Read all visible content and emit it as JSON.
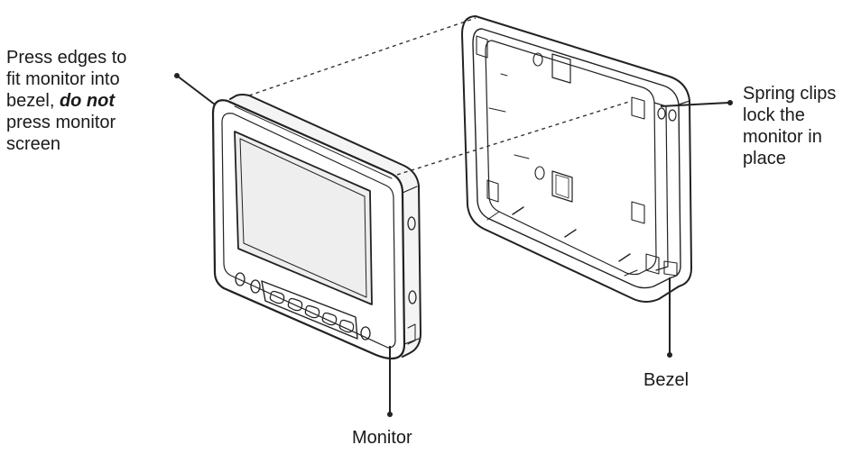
{
  "callouts": {
    "press_edges": {
      "lines": [
        "Press edges to",
        "fit monitor into"
      ],
      "line3_prefix": "bezel, ",
      "line3_emphasis": "do not",
      "lines_after": [
        "press monitor",
        "screen"
      ]
    },
    "spring_clips": {
      "lines": [
        "Spring clips",
        "lock the",
        "monitor in",
        "place"
      ]
    },
    "bezel": {
      "text": "Bezel"
    },
    "monitor": {
      "text": "Monitor"
    }
  }
}
